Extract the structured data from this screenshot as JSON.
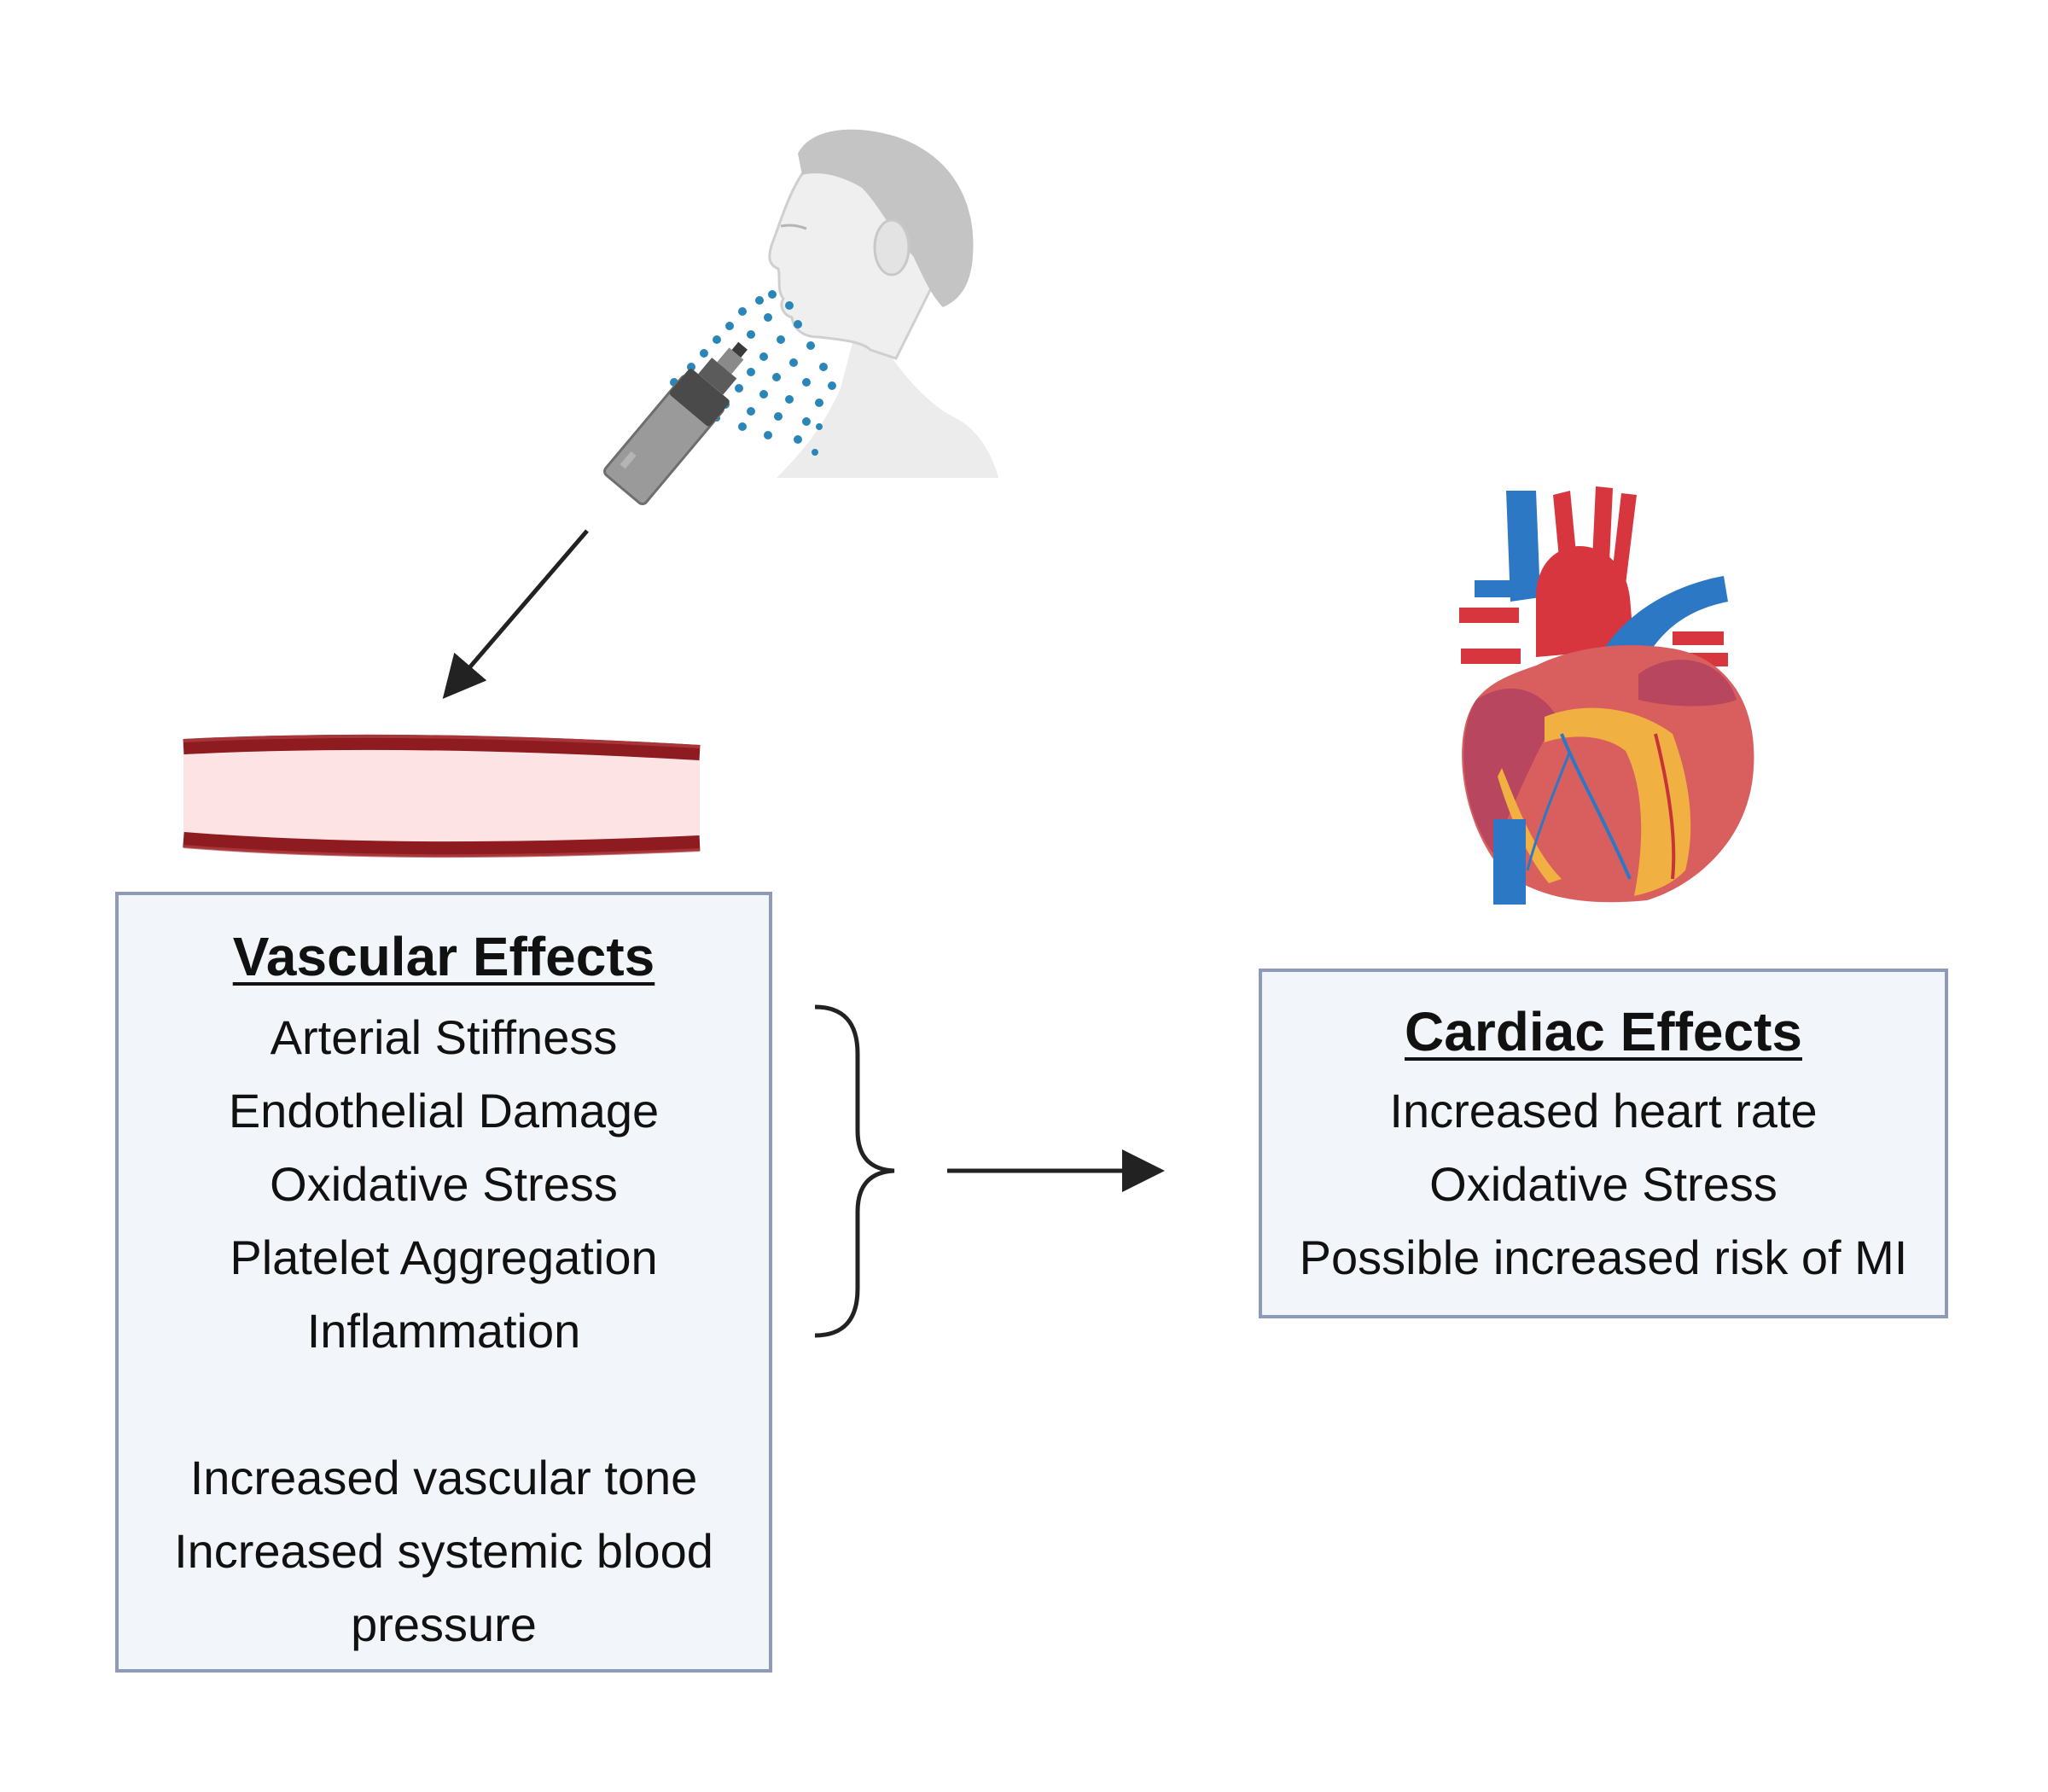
{
  "vascular": {
    "title": "Vascular Effects",
    "effects": [
      "Arterial Stiffness",
      "Endothelial Damage",
      "Oxidative Stress",
      "Platelet Aggregation",
      "Inflammation"
    ],
    "outcomes": [
      "Increased vascular tone",
      "Increased systemic blood",
      "pressure"
    ]
  },
  "cardiac": {
    "title": "Cardiac Effects",
    "effects": [
      "Increased heart rate",
      "Oxidative Stress",
      "Possible increased risk of MI"
    ]
  },
  "icons": [
    "person-vaping-icon",
    "e-cigarette-icon",
    "vapor-particles-icon",
    "blood-vessel-icon",
    "heart-icon",
    "brace-icon",
    "arrow-icon"
  ],
  "colors": {
    "box_fill": "#f2f5fa",
    "box_border": "#8d9ab8",
    "vessel_wall": "#8e1b1f",
    "vessel_lumen": "#fde3e3",
    "vapor": "#2a86b8",
    "artery_red": "#d8363e",
    "vein_blue": "#2d78c4"
  }
}
